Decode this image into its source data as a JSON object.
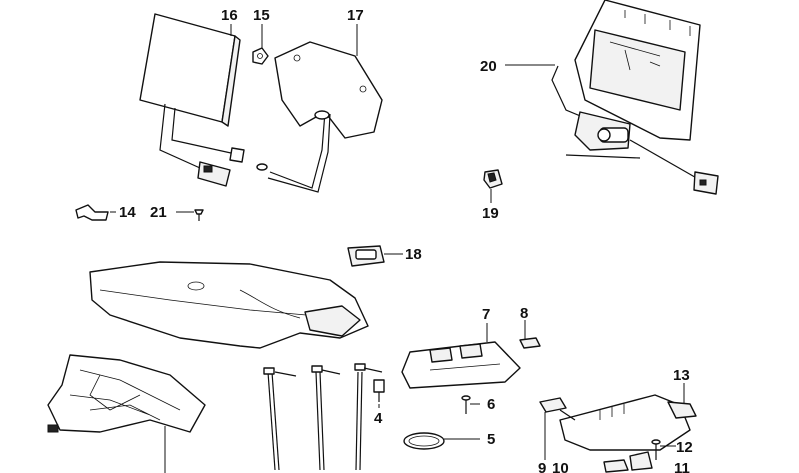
{
  "callouts": [
    {
      "id": "c16",
      "text": "16"
    },
    {
      "id": "c15",
      "text": "15"
    },
    {
      "id": "c17",
      "text": "17"
    },
    {
      "id": "c20",
      "text": "20"
    },
    {
      "id": "c14",
      "text": "14"
    },
    {
      "id": "c21",
      "text": "21"
    },
    {
      "id": "c19",
      "text": "19"
    },
    {
      "id": "c18",
      "text": "18"
    },
    {
      "id": "c7",
      "text": "7"
    },
    {
      "id": "c8",
      "text": "8"
    },
    {
      "id": "c6",
      "text": "6"
    },
    {
      "id": "c4",
      "text": "4"
    },
    {
      "id": "c5",
      "text": "5"
    },
    {
      "id": "c13",
      "text": "13"
    },
    {
      "id": "c12",
      "text": "12"
    },
    {
      "id": "c9",
      "text": "9"
    },
    {
      "id": "c10",
      "text": "10"
    },
    {
      "id": "c11",
      "text": "11"
    }
  ]
}
